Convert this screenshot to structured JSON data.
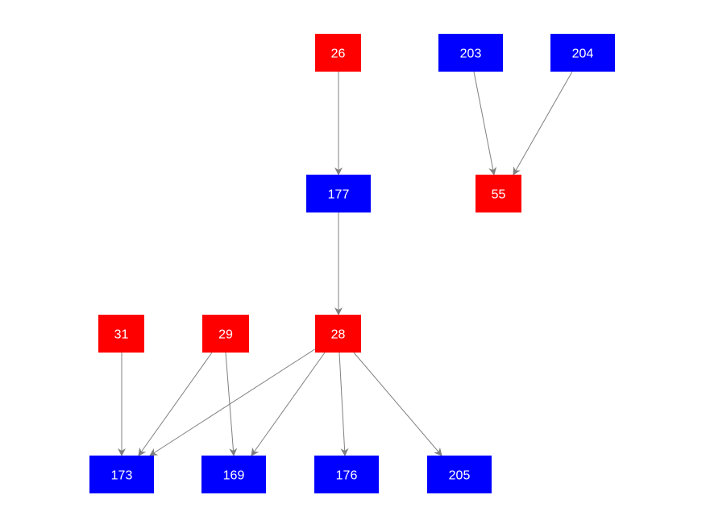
{
  "colors": {
    "red_node": "#ff0000",
    "blue_node": "#0000ff",
    "edge": "#808080",
    "label": "#ffffff"
  },
  "nodes": [
    {
      "id": "26",
      "label": "26",
      "color": "red"
    },
    {
      "id": "203",
      "label": "203",
      "color": "blue"
    },
    {
      "id": "204",
      "label": "204",
      "color": "blue"
    },
    {
      "id": "177",
      "label": "177",
      "color": "blue"
    },
    {
      "id": "55",
      "label": "55",
      "color": "red"
    },
    {
      "id": "31",
      "label": "31",
      "color": "red"
    },
    {
      "id": "29",
      "label": "29",
      "color": "red"
    },
    {
      "id": "28",
      "label": "28",
      "color": "red"
    },
    {
      "id": "173",
      "label": "173",
      "color": "blue"
    },
    {
      "id": "169",
      "label": "169",
      "color": "blue"
    },
    {
      "id": "176",
      "label": "176",
      "color": "blue"
    },
    {
      "id": "205",
      "label": "205",
      "color": "blue"
    }
  ],
  "edges": [
    {
      "from": "26",
      "to": "177"
    },
    {
      "from": "203",
      "to": "55"
    },
    {
      "from": "204",
      "to": "55"
    },
    {
      "from": "177",
      "to": "28"
    },
    {
      "from": "31",
      "to": "173"
    },
    {
      "from": "29",
      "to": "173"
    },
    {
      "from": "29",
      "to": "169"
    },
    {
      "from": "28",
      "to": "173"
    },
    {
      "from": "28",
      "to": "169"
    },
    {
      "from": "28",
      "to": "176"
    },
    {
      "from": "28",
      "to": "205"
    }
  ]
}
